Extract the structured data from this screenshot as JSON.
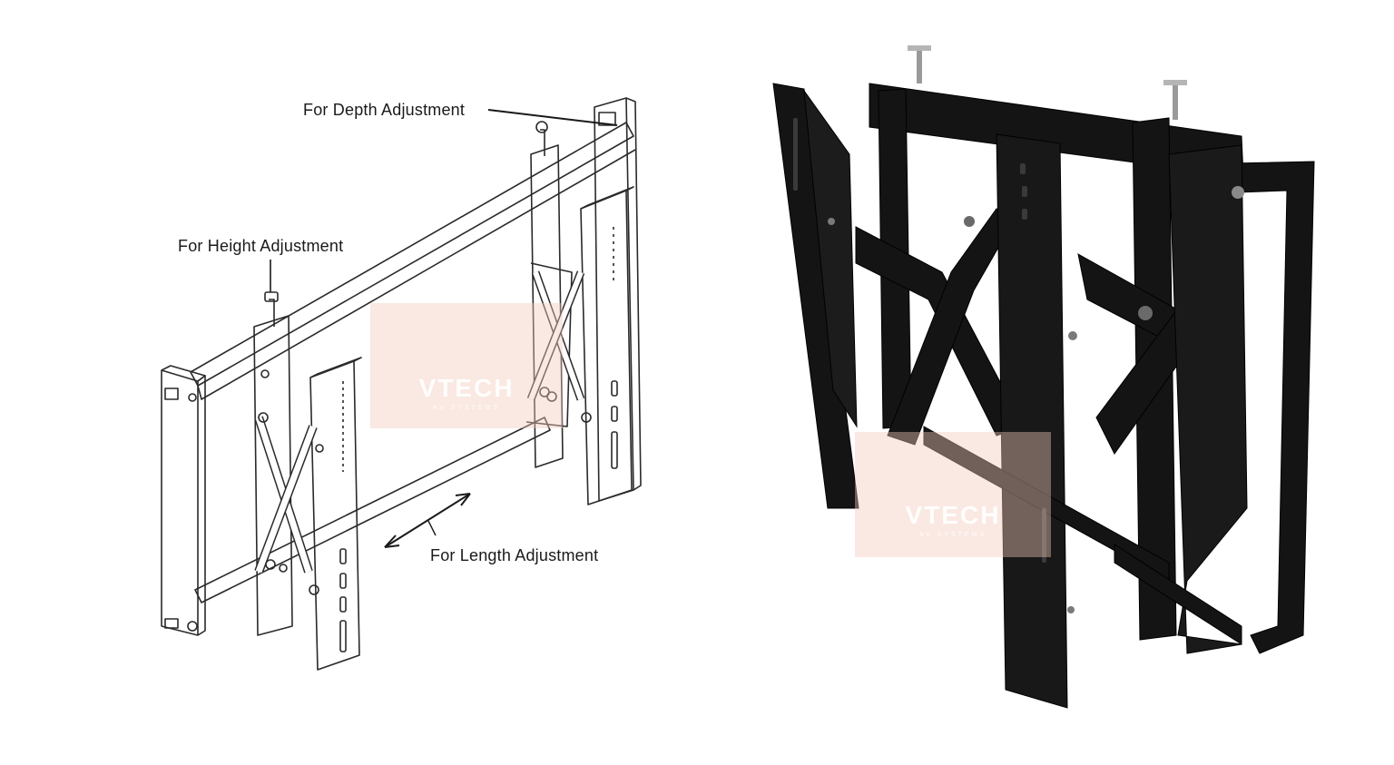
{
  "diagram": {
    "labels": {
      "depth": "For Depth Adjustment",
      "height": "For Height Adjustment",
      "length": "For Length Adjustment"
    }
  },
  "watermark": {
    "brand": "VTECH",
    "tagline": "AV SYSTEMS",
    "color": "#f4c8b9"
  },
  "colors": {
    "line_art": "#2a2a2a",
    "bracket_metal": "#141414"
  }
}
